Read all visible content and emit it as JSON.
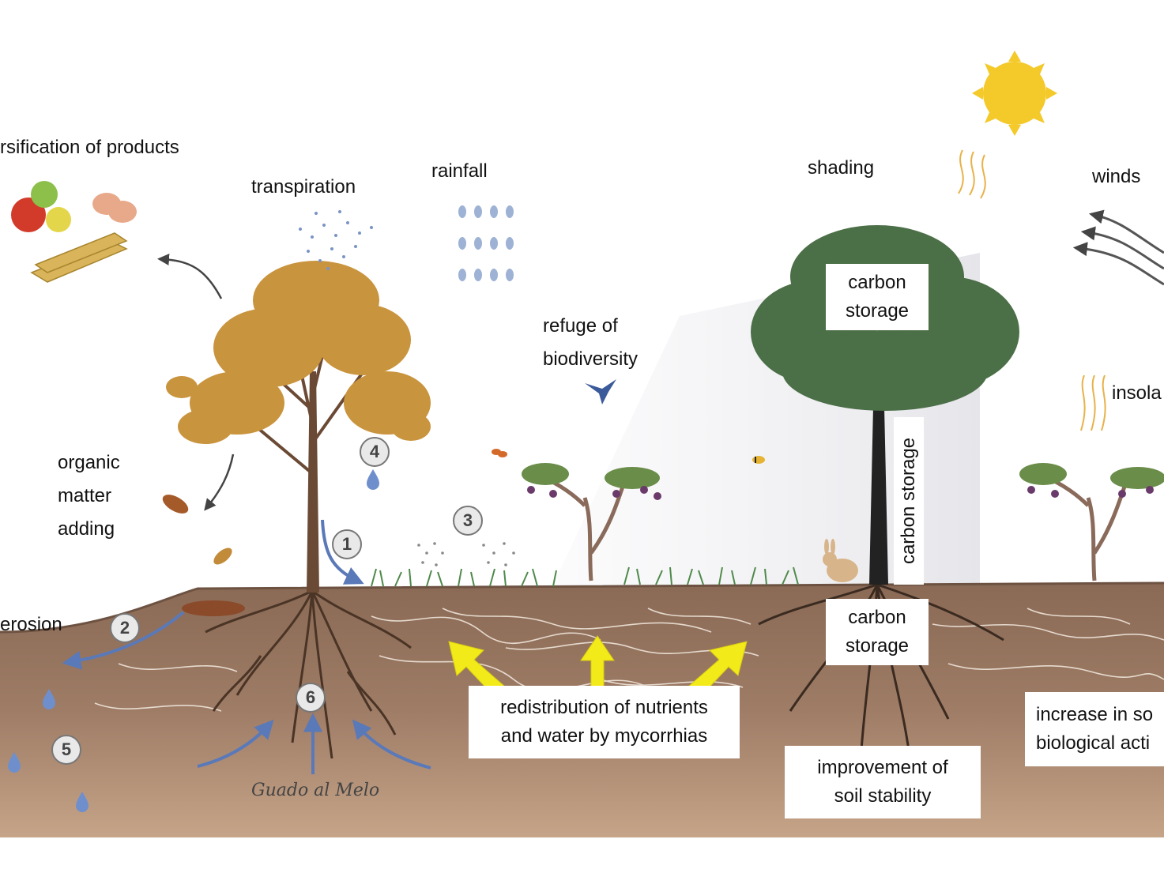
{
  "labels": {
    "diversification": "rsification of products",
    "transpiration": "transpiration",
    "rainfall": "rainfall",
    "shading": "shading",
    "winds": "winds",
    "refuge": "refuge of\nbiodiversity",
    "insolation": "insola",
    "organic_matter": "organic\nmatter\nadding",
    "erosion": "erosion"
  },
  "boxes": {
    "carbon_storage_canopy": "carbon\nstorage",
    "carbon_storage_trunk": "carbon storage",
    "carbon_storage_roots": "carbon\nstorage",
    "mycorrhiza": "redistribution of nutrients\nand water by mycorrhias",
    "soil_stability": "improvement of\nsoil stability",
    "biological_activity": "increase in so\nbiological acti"
  },
  "badges": [
    "1",
    "2",
    "3",
    "4",
    "5",
    "6"
  ],
  "credit": "Guado al Melo",
  "icons": [
    "sun-icon",
    "rain-drops-icon",
    "wind-icon",
    "heat-waves-icon",
    "bird-icon",
    "rabbit-icon",
    "butterfly-icon",
    "bee-icon",
    "apple-icon",
    "egg-icon",
    "wood-planks-icon"
  ],
  "colors": {
    "soil_top": "#8a6a55",
    "soil_bottom": "#b8957a",
    "autumn_leaves": "#c9943e",
    "green_tree": "#4b6f47",
    "arrow_yellow": "#f3ea1a",
    "arrow_blue": "#5a79b8",
    "sun": "#f4c92a"
  }
}
